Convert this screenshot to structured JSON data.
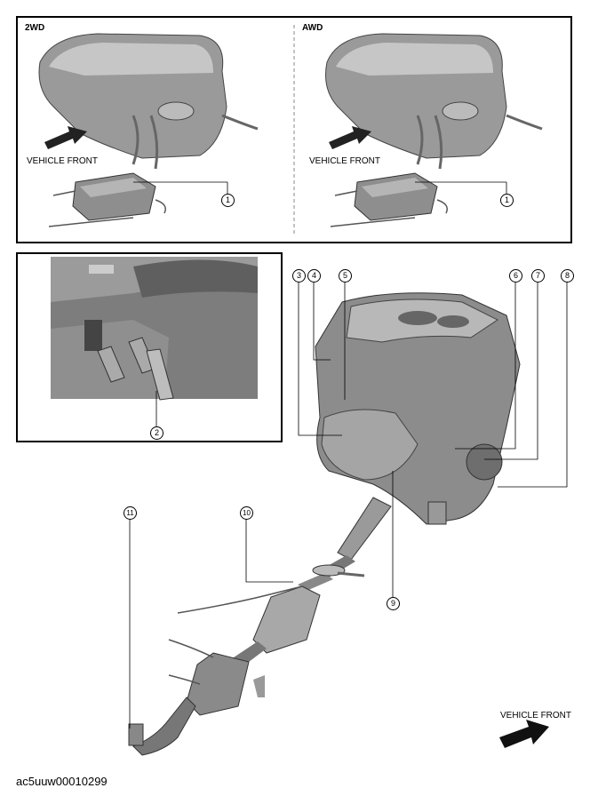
{
  "top_panel": {
    "left_label": "2WD",
    "right_label": "AWD",
    "left_direction": "VEHICLE FRONT",
    "right_direction": "VEHICLE FRONT",
    "left_callout": "1",
    "right_callout": "1"
  },
  "pedal_panel": {
    "callout": "2"
  },
  "callouts": {
    "c3": "3",
    "c4": "4",
    "c5": "5",
    "c6": "6",
    "c7": "7",
    "c8": "8",
    "c9": "9",
    "c10": "10",
    "c11": "11"
  },
  "bottom_direction": "VEHICLE FRONT",
  "figure_code": "ac5uuw00010299"
}
